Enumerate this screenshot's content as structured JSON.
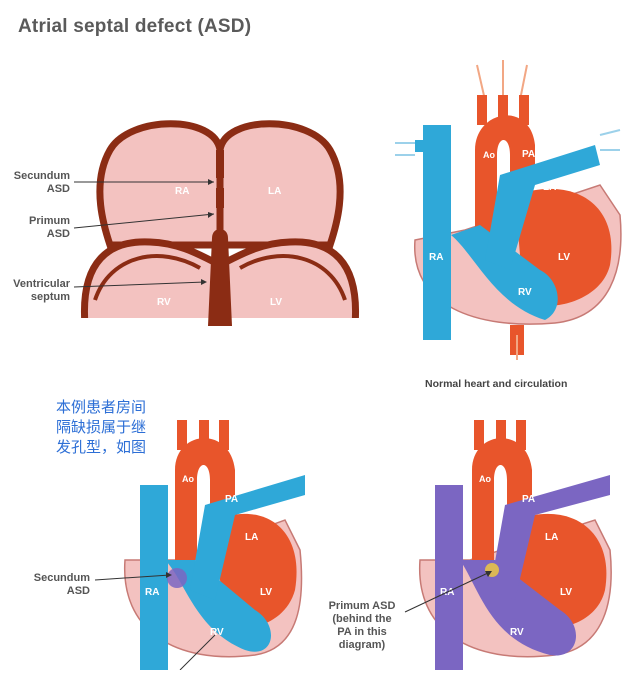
{
  "title": "Atrial septal defect (ASD)",
  "septum_diagram": {
    "labels": {
      "secundum": [
        "Secundum",
        "ASD"
      ],
      "primum": [
        "Primum",
        "ASD"
      ],
      "ventricular": [
        "Ventricular",
        "septum"
      ]
    },
    "chambers": {
      "ra": "RA",
      "la": "LA",
      "rv": "RV",
      "lv": "LV"
    }
  },
  "normal_heart": {
    "caption": "Normal heart and circulation",
    "labels": {
      "ao": "Ao",
      "pa": "PA",
      "la": "LA",
      "ra": "RA",
      "rv": "RV",
      "lv": "LV"
    }
  },
  "secundum_heart": {
    "label": [
      "Secundum",
      "ASD"
    ],
    "labels": {
      "ao": "Ao",
      "pa": "PA",
      "la": "LA",
      "ra": "RA",
      "rv": "RV",
      "lv": "LV"
    }
  },
  "primum_heart": {
    "label": [
      "Primum ASD",
      "(behind the",
      "PA in this",
      "diagram)"
    ],
    "labels": {
      "ao": "Ao",
      "pa": "PA",
      "la": "LA",
      "ra": "RA",
      "rv": "RV",
      "lv": "LV"
    }
  },
  "annotation": {
    "text_lines": [
      "本例患者房间",
      "隔缺损属于继",
      "发孔型，如图"
    ]
  },
  "colors": {
    "oxygenated": "#e8552b",
    "deoxygenated": "#2fa8d8",
    "mixed": "#7b66c2",
    "wall_outline": "#8b2c14",
    "chamber_fill": "#f3c2c0",
    "note_text": "#2d6fd6"
  }
}
